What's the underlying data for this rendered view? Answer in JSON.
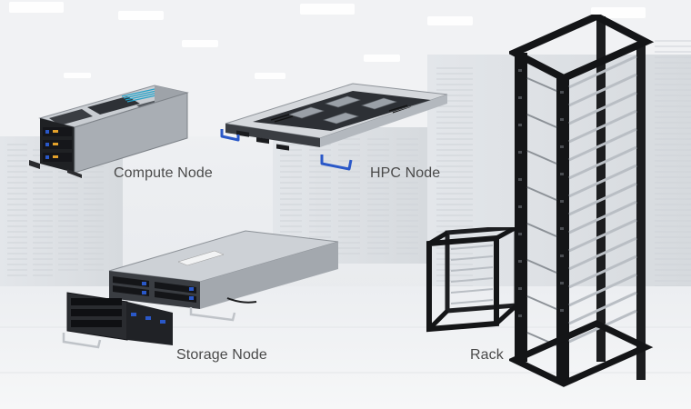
{
  "products": {
    "compute": {
      "label": "Compute Node",
      "icon": "compute-node-server-icon"
    },
    "hpc": {
      "label": "HPC Node",
      "icon": "hpc-node-server-icon"
    },
    "storage": {
      "label": "Storage Node",
      "icon": "storage-node-server-icon"
    },
    "rack": {
      "label": "Rack",
      "icon": "server-rack-icon"
    }
  },
  "colors": {
    "background": "#eef0f2",
    "caption": "#4a4a4a",
    "metal_dark": "#1c1d1f",
    "metal_silver": "#b9bec4",
    "accent_blue": "#2a58c8"
  }
}
